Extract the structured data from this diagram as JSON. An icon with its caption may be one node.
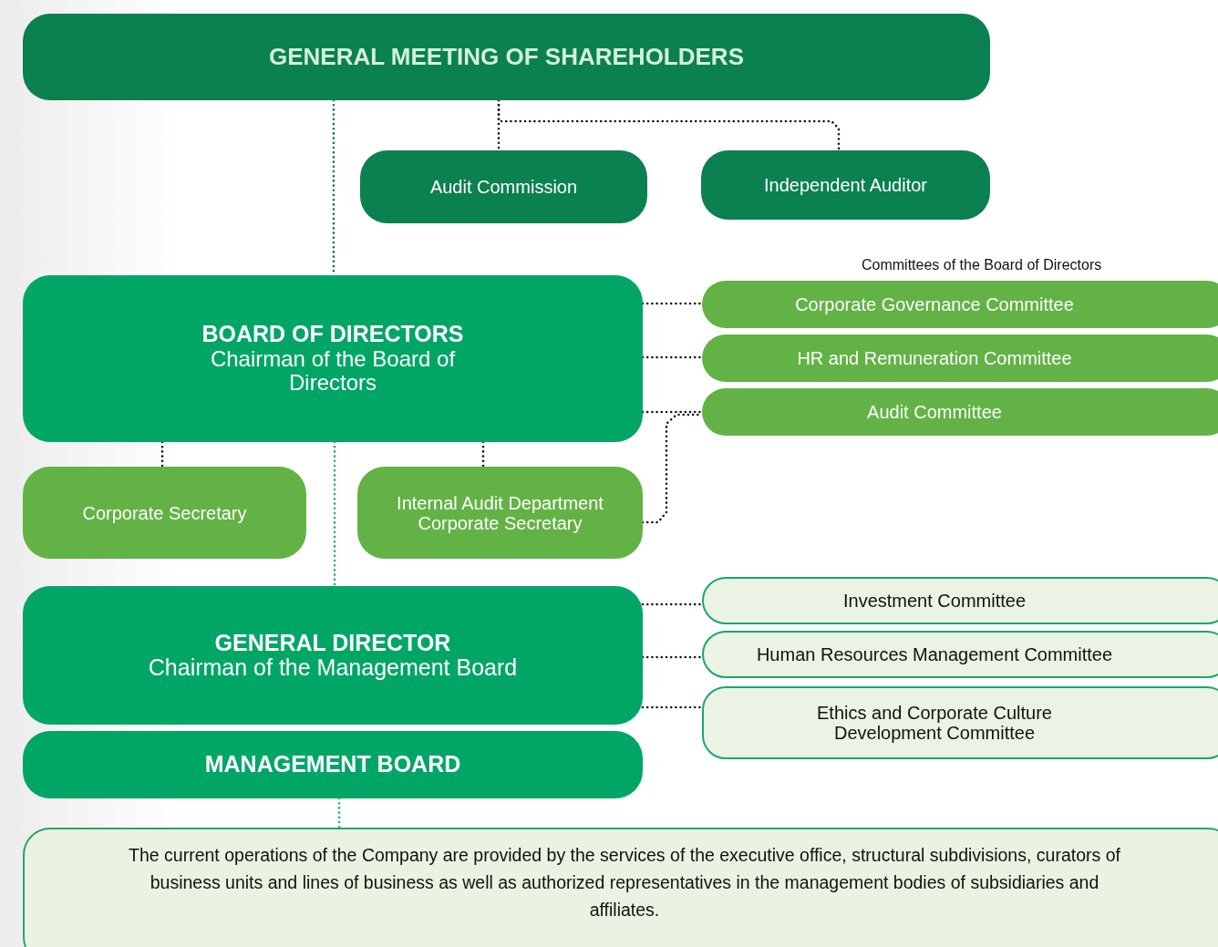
{
  "diagram": {
    "nodes": [
      {
        "text": [
          "GENERAL MEETING OF SHAREHOLDERS"
        ]
      },
      {
        "text": [
          "Audit Commission"
        ]
      },
      {
        "text": [
          "Independent Auditor"
        ]
      },
      {
        "text": [
          "BOARD OF DIRECTORS",
          "Chairman of the Board of Directors"
        ]
      },
      {
        "text": [
          "Corporate Governance Committee"
        ]
      },
      {
        "text": [
          "HR and Remuneration Committee"
        ]
      },
      {
        "text": [
          "Audit Committee"
        ]
      },
      {
        "text": [
          "Corporate Secretary"
        ]
      },
      {
        "text": [
          "Internal Audit Department",
          "Corporate Secretary"
        ]
      },
      {
        "text": [
          "GENERAL DIRECTOR",
          "Chairman of the Management Board"
        ]
      },
      {
        "text": [
          "Investment Committee"
        ]
      },
      {
        "text": [
          "Human Resources Management Committee"
        ]
      },
      {
        "text": [
          "Ethics and Corporate Culture Development Committee"
        ]
      },
      {
        "text": [
          "MANAGEMENT BOARD"
        ]
      },
      {
        "text": [
          "The current operations of the Company are provided by the services of the executive office, structural subdivisions, curators of business units and lines of business as well as authorized representatives in the management bodies of subsidiaries and affiliates."
        ]
      }
    ],
    "edges": [
      {
        "from": 0,
        "to": 1,
        "arrow": "none"
      },
      {
        "from": 0,
        "to": 2,
        "arrow": "none"
      },
      {
        "from": 0,
        "to": 3,
        "arrow": "none",
        "color": "#0b6e4f"
      },
      {
        "from": 3,
        "to": 4,
        "arrow": "none"
      },
      {
        "from": 3,
        "to": 5,
        "arrow": "none"
      },
      {
        "from": 3,
        "to": 6,
        "arrow": "none"
      },
      {
        "from": 8,
        "to": 6,
        "arrow": "none"
      },
      {
        "from": 3,
        "to": 7,
        "arrow": "none"
      },
      {
        "from": 3,
        "to": 8,
        "arrow": "none"
      },
      {
        "from": 3,
        "to": 9,
        "arrow": "none",
        "color": "#1aaa80"
      },
      {
        "from": 9,
        "to": 10,
        "arrow": "none"
      },
      {
        "from": 9,
        "to": 11,
        "arrow": "none"
      },
      {
        "from": 9,
        "to": 12,
        "arrow": "none"
      },
      {
        "from": 13,
        "to": 14,
        "arrow": "none",
        "color": "#1aaa80"
      }
    ],
    "labels": [
      "Committees of the Board of Directors"
    ]
  }
}
